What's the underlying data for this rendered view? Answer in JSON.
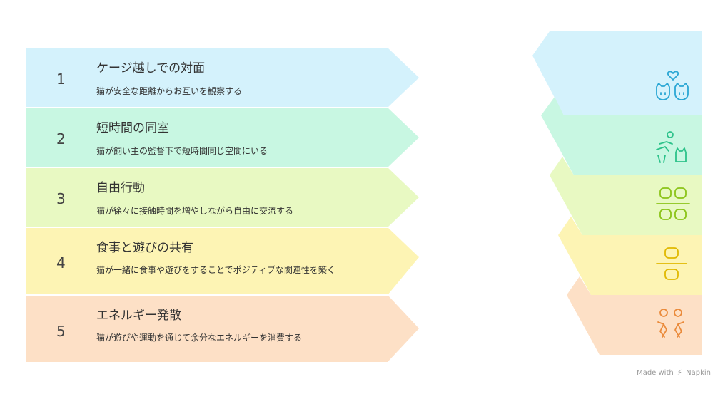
{
  "colors": {
    "step1": "#d4f2fc",
    "step2": "#c8f7e2",
    "step3": "#e8f9c2",
    "step4": "#fdf4b4",
    "step5": "#fde0c6",
    "icon1": "#2aa7d4",
    "icon2": "#2cc28a",
    "icon3": "#8bc418",
    "icon4": "#e0b800",
    "icon5": "#ea8a3a"
  },
  "steps": [
    {
      "number": "1",
      "title": "ケージ越しでの対面",
      "description": "猫が安全な距離からお互いを観察する",
      "icon": "two-cats-heart-icon"
    },
    {
      "number": "2",
      "title": "短時間の同室",
      "description": "猫が飼い主の監督下で短時間同じ空間にいる",
      "icon": "person-cat-icon"
    },
    {
      "number": "3",
      "title": "自由行動",
      "description": "猫が徐々に接触時間を増やしながら自由に交流する",
      "icon": "cats-divider-icon"
    },
    {
      "number": "4",
      "title": "食事と遊びの共有",
      "description": "猫が一緒に食事や遊びをすることでポジティブな関連性を築く",
      "icon": "cats-sharing-icon"
    },
    {
      "number": "5",
      "title": "エネルギー発散",
      "description": "猫が遊びや運動を通じて余分なエネルギーを消費する",
      "icon": "playing-figures-icon"
    }
  ],
  "footer": {
    "made_with": "Made with",
    "brand": "Napkin"
  }
}
